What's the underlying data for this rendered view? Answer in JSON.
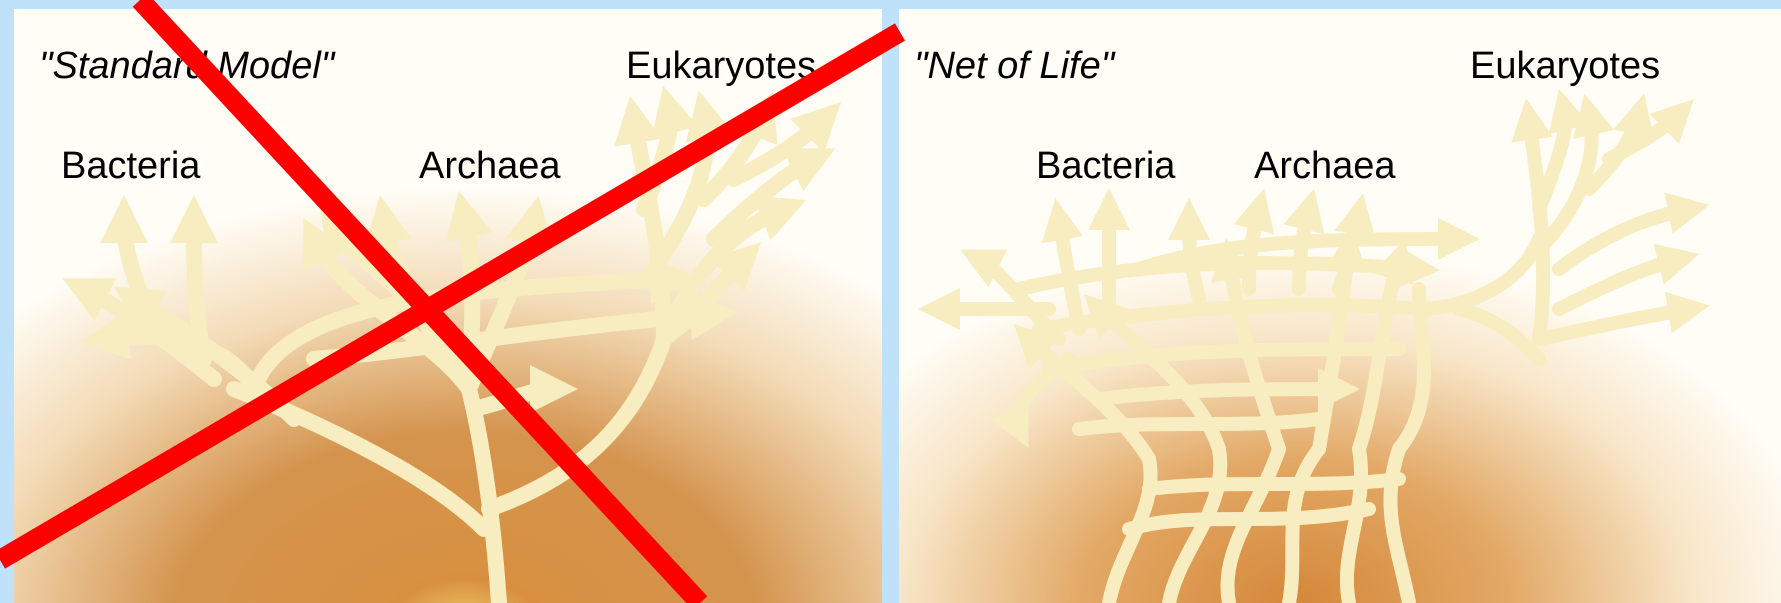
{
  "left_panel": {
    "title": "\"Standard Model\"",
    "labels": {
      "bacteria": "Bacteria",
      "archaea": "Archaea",
      "eukaryotes": "Eukaryotes"
    },
    "crossed_out": true
  },
  "right_panel": {
    "title": "\"Net of Life\"",
    "labels": {
      "bacteria": "Bacteria",
      "archaea": "Archaea",
      "eukaryotes": "Eukaryotes"
    }
  },
  "colors": {
    "background_border": "#bfe1fa",
    "panel_background": "#fffdf6",
    "branch": "#f8edc0",
    "glow_core": "#c8782e",
    "cross": "#ff0000"
  }
}
